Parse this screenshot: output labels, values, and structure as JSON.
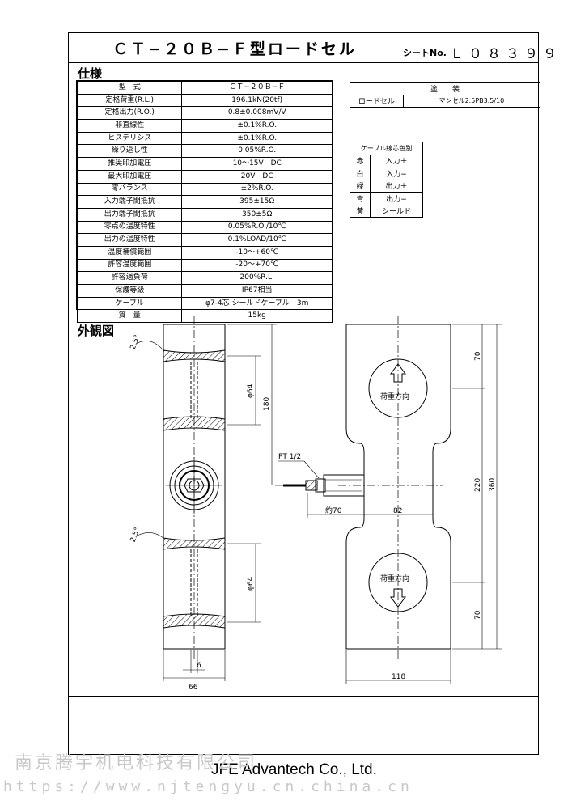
{
  "title": "ＣＴ−２０Ｂ−Ｆ型ロードセル",
  "sheet_label": "シートNo.",
  "sheet_number": "Ｌ０８３９９",
  "section_spec": "仕様",
  "section_view": "外観図",
  "spec_rows": [
    {
      "key": "型　式",
      "value": "ＣＴ−２０Ｂ−Ｆ"
    },
    {
      "key": "定格荷重(R.L.)",
      "value": "196.1kN(20tf)"
    },
    {
      "key": "定格出力(R.O.)",
      "value": "0.8±0.008mV/V"
    },
    {
      "key": "非直線性",
      "value": "±0.1%R.O."
    },
    {
      "key": "ヒステリシス",
      "value": "±0.1%R.O."
    },
    {
      "key": "繰り返し性",
      "value": "0.05%R.O."
    },
    {
      "key": "推奨印加電圧",
      "value": "10〜15V　DC"
    },
    {
      "key": "最大印加電圧",
      "value": "20V　DC"
    },
    {
      "key": "零バランス",
      "value": "±2%R.O."
    },
    {
      "key": "入力端子間抵抗",
      "value": "395±15Ω"
    },
    {
      "key": "出力端子間抵抗",
      "value": "350±5Ω"
    },
    {
      "key": "零点の温度特性",
      "value": "0.05%R.O./10℃"
    },
    {
      "key": "出力の温度特性",
      "value": "0.1%LOAD/10℃"
    },
    {
      "key": "温度補償範囲",
      "value": "-10〜+60℃"
    },
    {
      "key": "許容温度範囲",
      "value": "-20〜+70℃"
    },
    {
      "key": "許容過負荷",
      "value": "200%R.L."
    },
    {
      "key": "保護等級",
      "value": "IP67相当"
    },
    {
      "key": "ケーブル",
      "value": "φ7-4芯 シールドケーブル　3m"
    },
    {
      "key": "質　量",
      "value": "15kg"
    }
  ],
  "coating": {
    "header": "塗　　装",
    "item": "ロードセル",
    "value": "マンセル2.5PB3.5/10"
  },
  "cable_colors": {
    "header": "ケーブル線芯色別",
    "rows": [
      {
        "color": "赤",
        "signal": "入力＋"
      },
      {
        "color": "白",
        "signal": "入力−"
      },
      {
        "color": "緑",
        "signal": "出力＋"
      },
      {
        "color": "青",
        "signal": "出力−"
      },
      {
        "color": "黄",
        "signal": "シールド"
      }
    ]
  },
  "drawing": {
    "angle_top": "2.5°",
    "angle_bottom": "2.5°",
    "dia_top": "φ64",
    "dia_bottom": "φ64",
    "dim_180": "180",
    "dim_6": "6",
    "dim_66": "66",
    "thread": "PT 1/2",
    "dim_approx70": "約70",
    "dim_82": "82",
    "dim_70_top": "70",
    "dim_70_bottom": "70",
    "dim_220": "220",
    "dim_360": "360",
    "dim_118": "118",
    "load_dir_top": "荷重方向",
    "load_dir_bottom": "荷重方向"
  },
  "company": "JFE Advantech Co., Ltd.",
  "watermark_cn": "南京腾宇机电科技有限公司",
  "watermark_url": "https://www.njtengyu.cn.china.cn"
}
